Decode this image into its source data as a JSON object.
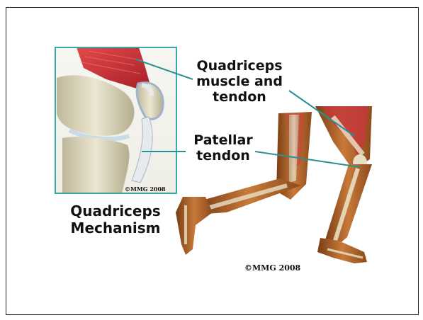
{
  "labels": {
    "quadriceps": [
      "Quadriceps",
      "muscle and",
      "tendon"
    ],
    "patellar": [
      "Patellar",
      "tendon"
    ],
    "mechanism": [
      "Quadriceps",
      "Mechanism"
    ]
  },
  "copyright": {
    "inset": "©MMG 2008",
    "main": "©MMG 2008"
  },
  "colors": {
    "inset_border": "#3aa8a8",
    "muscle": "#d2343a",
    "bone": "#d8d3b7",
    "skin": "#b86a2c",
    "leader_line": "#2c8f94"
  }
}
